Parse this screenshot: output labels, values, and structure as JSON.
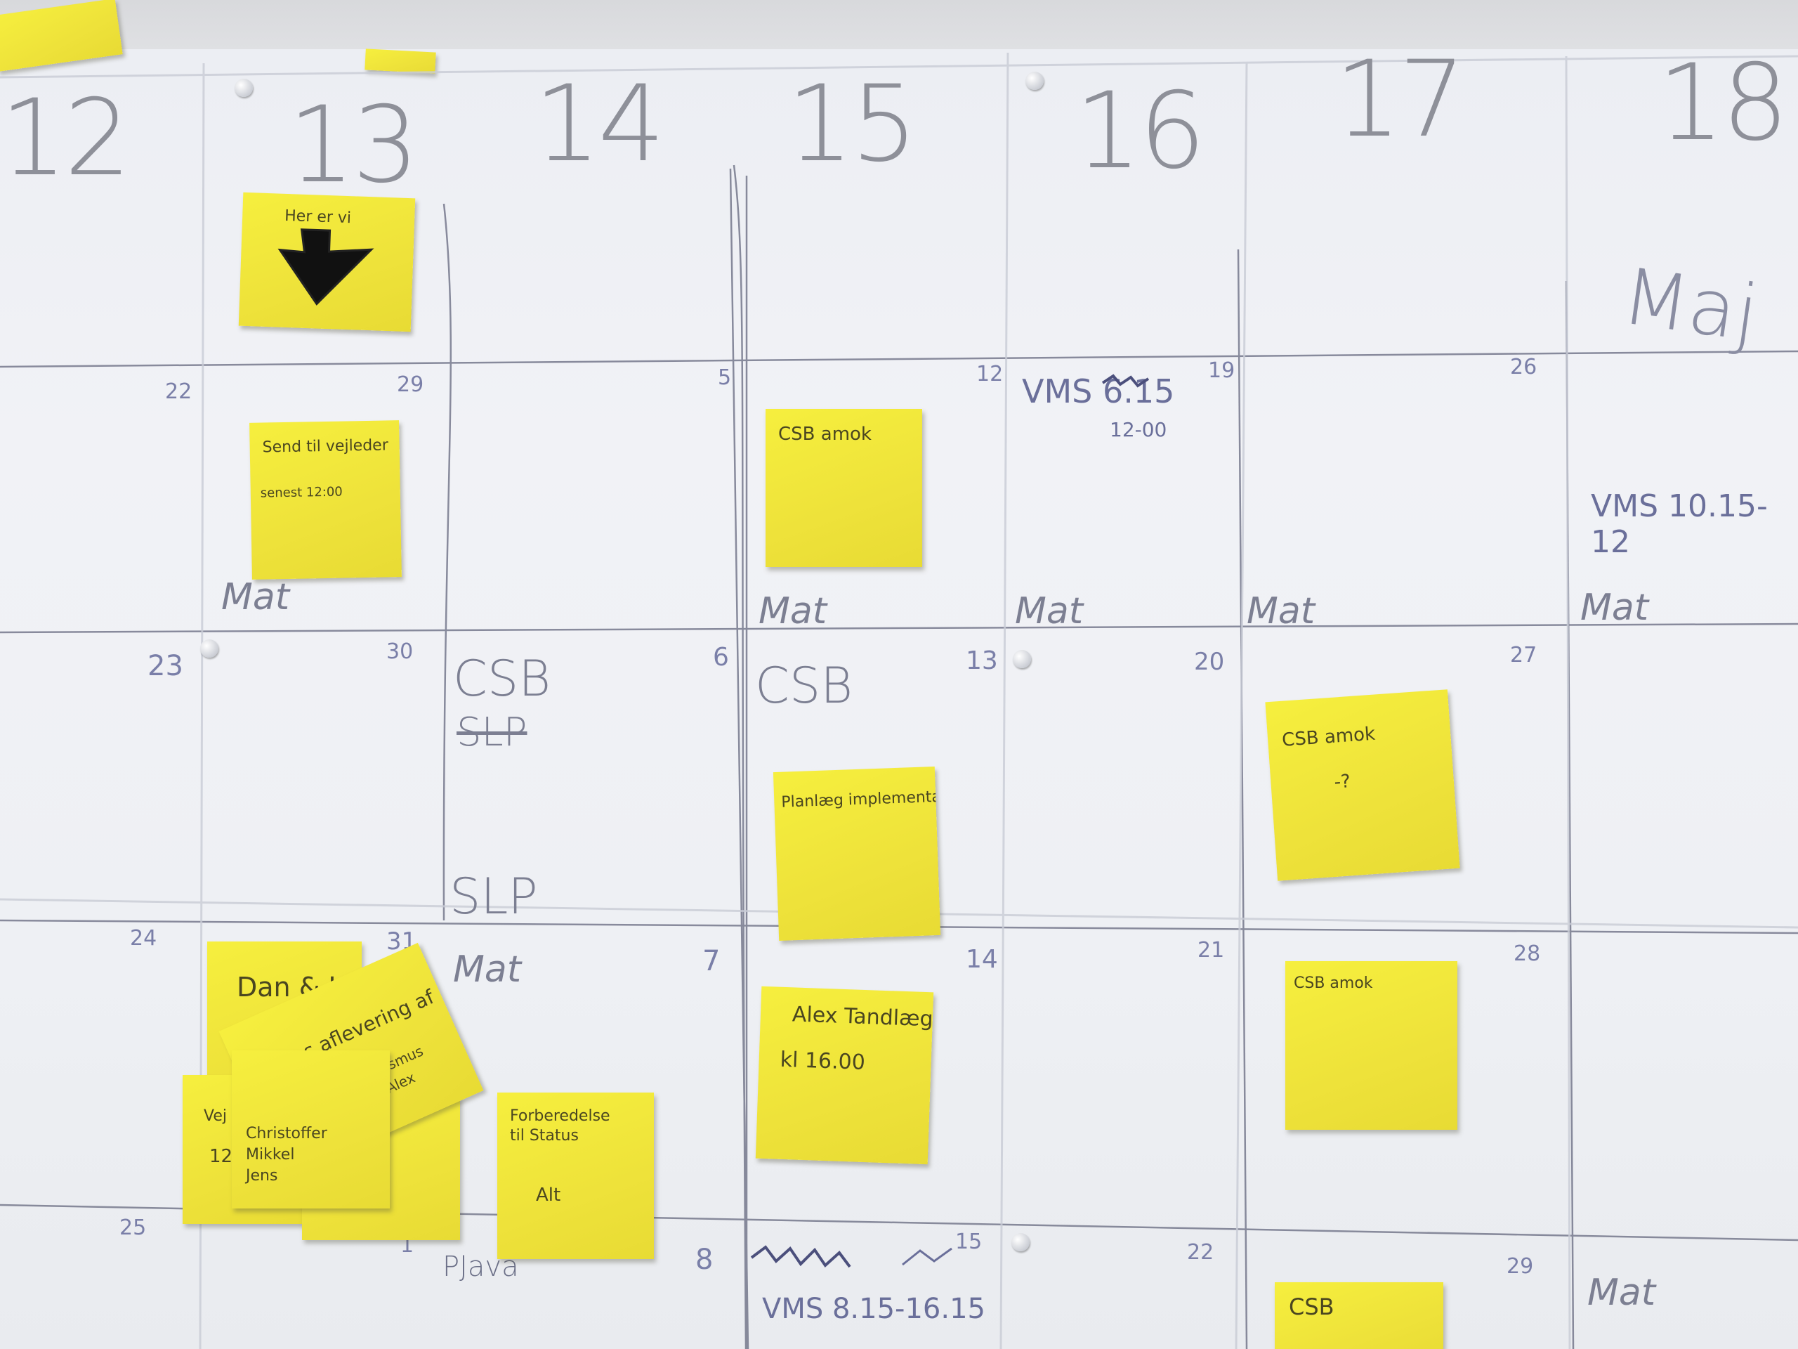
{
  "week_numbers": [
    "12",
    "13",
    "14",
    "15",
    "16",
    "17",
    "18"
  ],
  "month_label": "Maj",
  "day_numbers": [
    "22",
    "29",
    "5",
    "12",
    "19",
    "26",
    "23",
    "30",
    "6",
    "13",
    "20",
    "27",
    "24",
    "31",
    "7",
    "14",
    "21",
    "28",
    "25",
    "1",
    "8",
    "15",
    "22",
    "29"
  ],
  "cell_words": {
    "mat": "Mat",
    "csb": "CSB",
    "slp": "SLP",
    "pjava": "PJava"
  },
  "cell_notes": {
    "vms_top": "VMS 6.15",
    "vms_time": "12-00",
    "vms_right": "VMS 10.15-12",
    "vms_bottom": "VMS 8.15-16.15"
  },
  "notes": {
    "arrow_note": "Her er vi",
    "send_note_l1": "Send til vejleder",
    "send_note_l2": "senest 12:00",
    "csb_amok_1": "CSB amok",
    "planlaeg": "Planlæg implementation",
    "csb_amok_2_l1": "CSB amok",
    "csb_amok_2_l2": "-?",
    "dan": "Dan & Jo",
    "aflevering_l1": "Tavlens aflevering af",
    "aflevering_l2": "Rasmus",
    "aflevering_l3": "Alex",
    "group_l1": "Christoffer",
    "group_l2": "Mikkel",
    "group_l3": "Jens",
    "vej": "Vej",
    "num12": "12",
    "forbered_l1": "Forberedelse",
    "forbered_l2": "til Status",
    "forbered_l3": "Alt",
    "alex_l1": "Alex Tandlæge",
    "alex_l2": "kl 16.00",
    "csb_amok_3": "CSB amok",
    "csb_bottom": "CSB"
  }
}
